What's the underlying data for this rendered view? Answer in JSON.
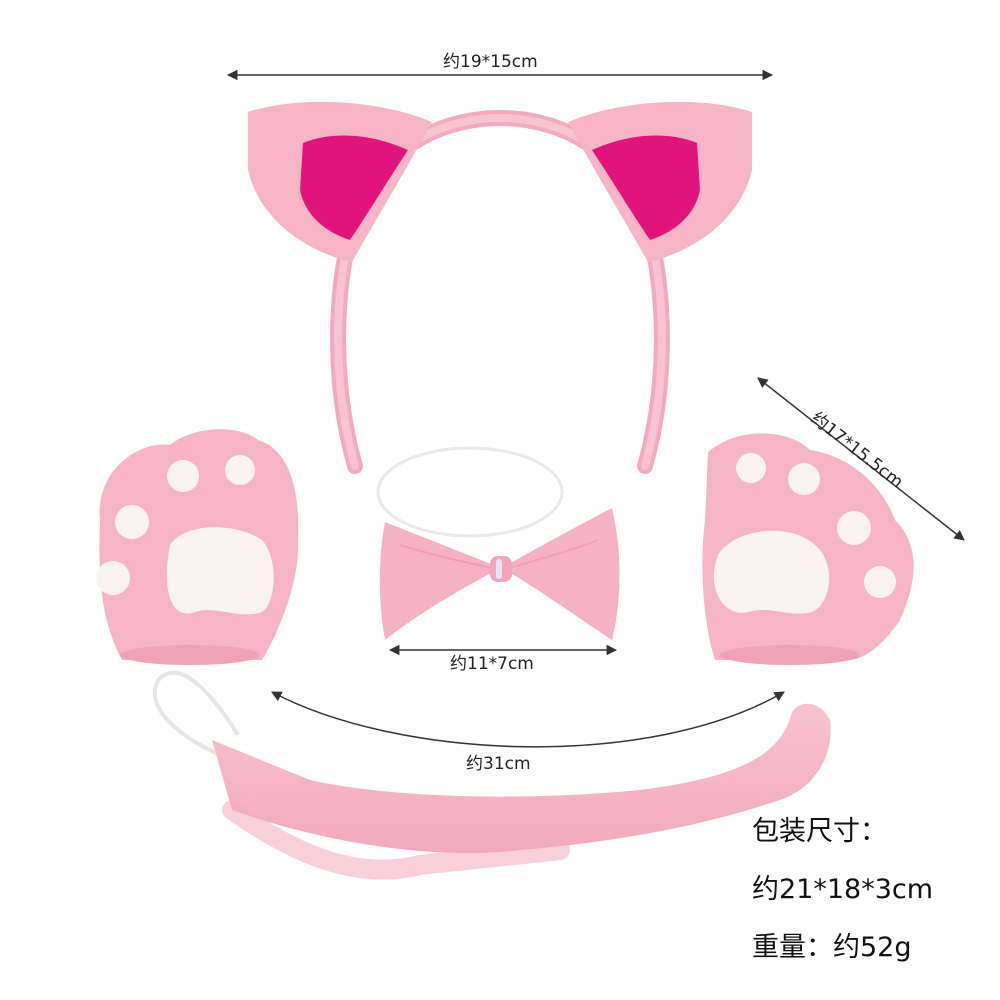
{
  "dimensions": {
    "headband": "约19*15cm",
    "gloves": "约17*15.5cm",
    "bowtie": "约11*7cm",
    "tail": "约31cm"
  },
  "package": {
    "title": "包装尺寸：",
    "size": "约21*18*3cm",
    "weight": "重量：约52g"
  },
  "colors": {
    "fabric_pink": "#f6b6c8",
    "inner_ear": "#e0147a",
    "pad_white": "#fbf3f3",
    "arrow": "#333333"
  }
}
